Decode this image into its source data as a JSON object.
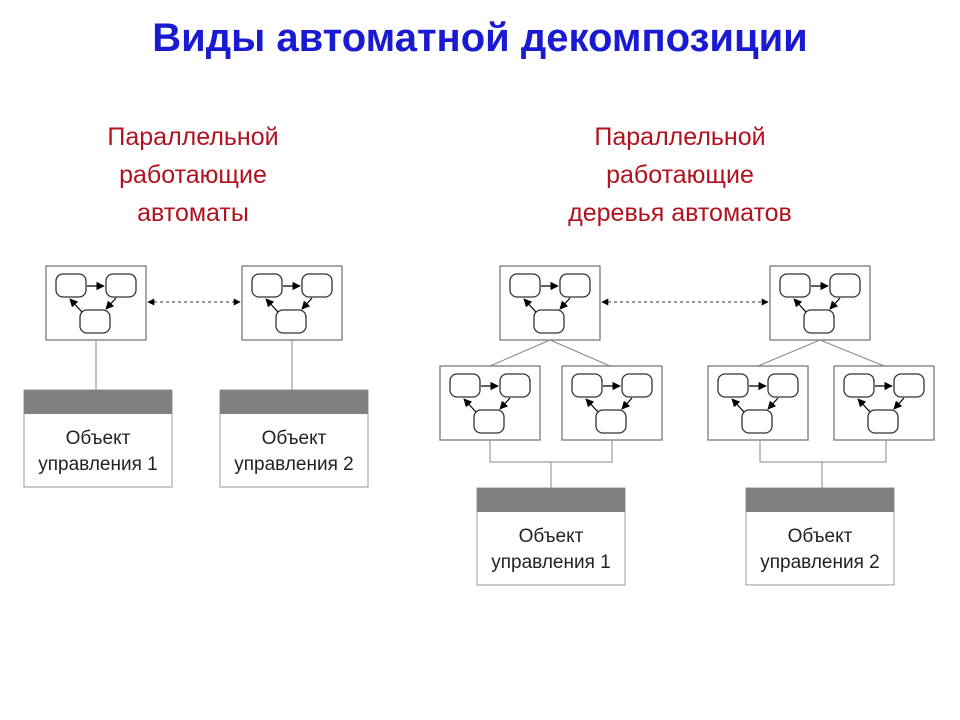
{
  "title": "Виды автоматной декомпозиции",
  "left_caption": {
    "line1": "Параллельной",
    "line2": "работающие",
    "line3": "автоматы"
  },
  "right_caption": {
    "line1": "Параллельной",
    "line2": "работающие",
    "line3": "деревья автоматов"
  },
  "objects": {
    "left_1": {
      "line1": "Объект",
      "line2": "управления 1"
    },
    "left_2": {
      "line1": "Объект",
      "line2": "управления 2"
    },
    "right_1": {
      "line1": "Объект",
      "line2": "управления 1"
    },
    "right_2": {
      "line1": "Объект",
      "line2": "управления 2"
    }
  },
  "colors": {
    "title": "#1a1ad2",
    "caption": "#b0121e",
    "object_header": "#808080"
  },
  "icons": {
    "automaton_box": "state-machine-icon"
  }
}
